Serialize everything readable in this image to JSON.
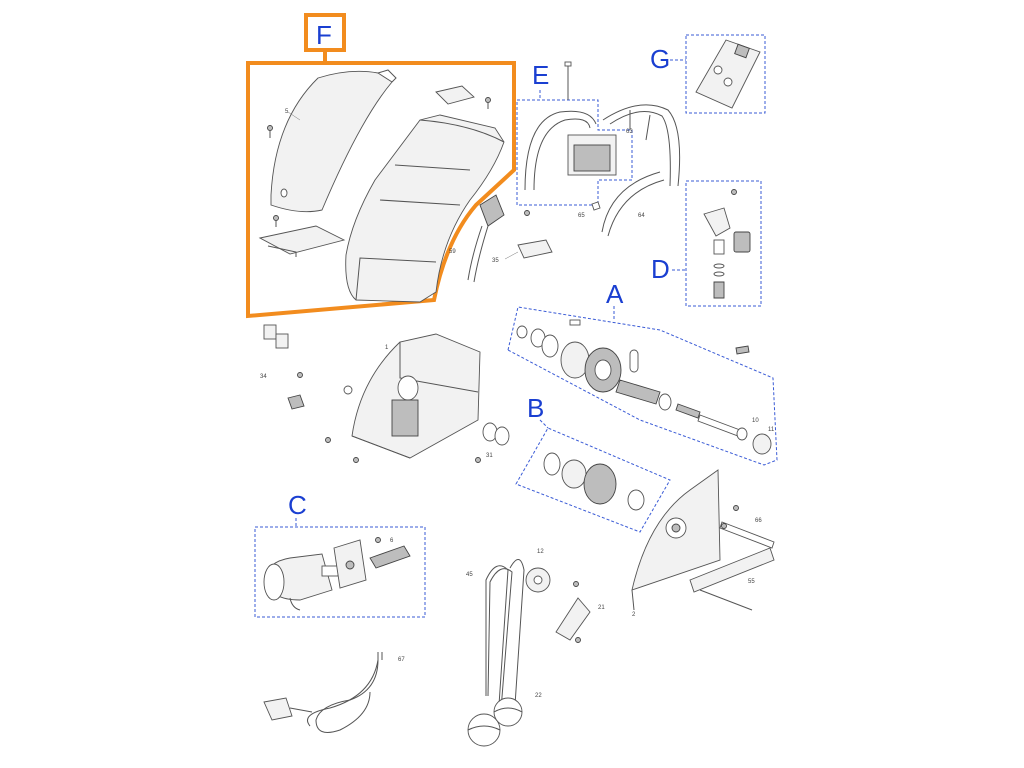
{
  "groups": {
    "F": "F",
    "E": "E",
    "G": "G",
    "A": "A",
    "B": "B",
    "C": "C",
    "D": "D"
  },
  "part_numbers": {
    "p5": "5",
    "p59": "59",
    "p35": "35",
    "p63": "63",
    "p65": "65",
    "p64": "64",
    "p1": "1",
    "p34": "34",
    "p31": "31",
    "p10": "10",
    "p11": "11",
    "p6": "6",
    "p66": "66",
    "p55": "55",
    "p12": "12",
    "p45": "45",
    "p21": "21",
    "p2": "2",
    "p67": "67",
    "p22": "22"
  },
  "colors": {
    "group_letter": "#1a3fd1",
    "dashed_box": "#3a5bd6",
    "highlight_box": "#f28c1e"
  }
}
